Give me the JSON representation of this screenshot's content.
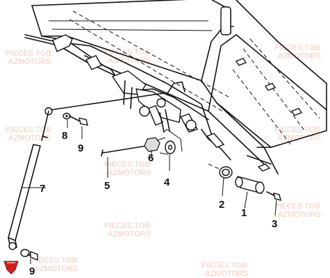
{
  "callouts": [
    "1",
    "2",
    "3",
    "4",
    "5",
    "6",
    "7",
    "8",
    "9",
    "9"
  ],
  "watermark": {
    "line1": "PIECES TGB",
    "line2": "AZMOTORS",
    "color": "#f0b9a8"
  },
  "colors": {
    "line": "#111111",
    "logo_red": "#d0201e"
  }
}
